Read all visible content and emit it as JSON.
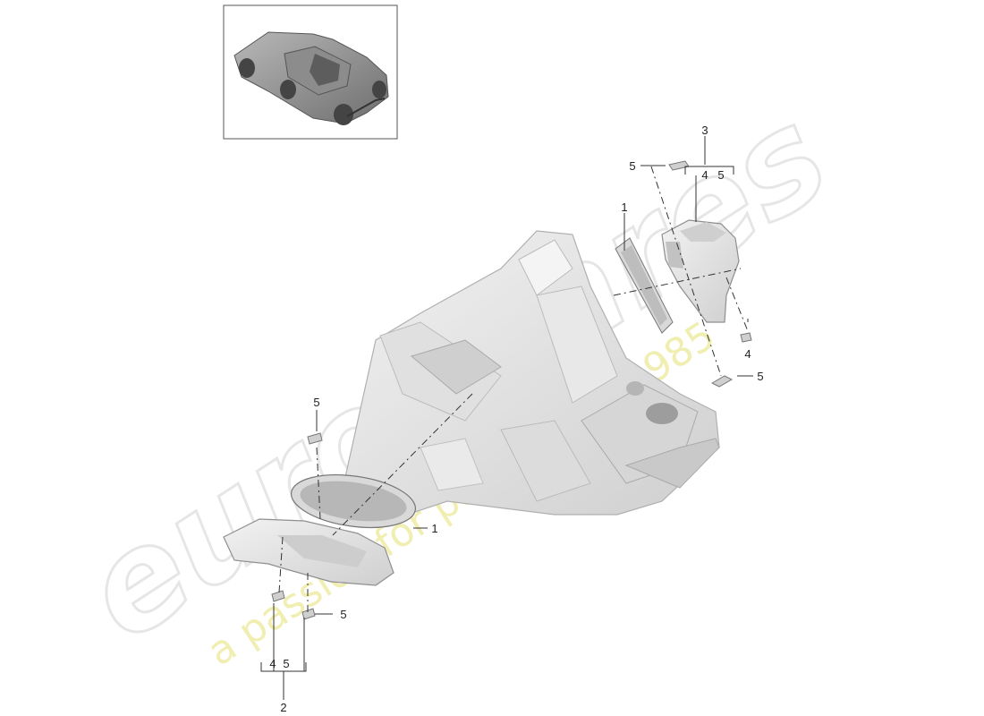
{
  "watermark": {
    "brand": "eurospares",
    "tagline": "a passion for parts since 1985"
  },
  "callouts": {
    "p1_upper": "1",
    "p1_lower": "1",
    "p2": "2",
    "p3": "3",
    "p4_right": "4",
    "p4_group_right": "4",
    "p5_group_right": "5",
    "p5_right_top": "5",
    "p5_right_bottom": "5",
    "p5_left_top": "5",
    "p5_left_bottom": "5",
    "p4_group_left": "4",
    "p5_group_left": "5"
  },
  "colors": {
    "part_fill": "#e4e4e4",
    "part_stroke": "#9a9a9a",
    "watermark_yellow": "#f0eeb0"
  }
}
